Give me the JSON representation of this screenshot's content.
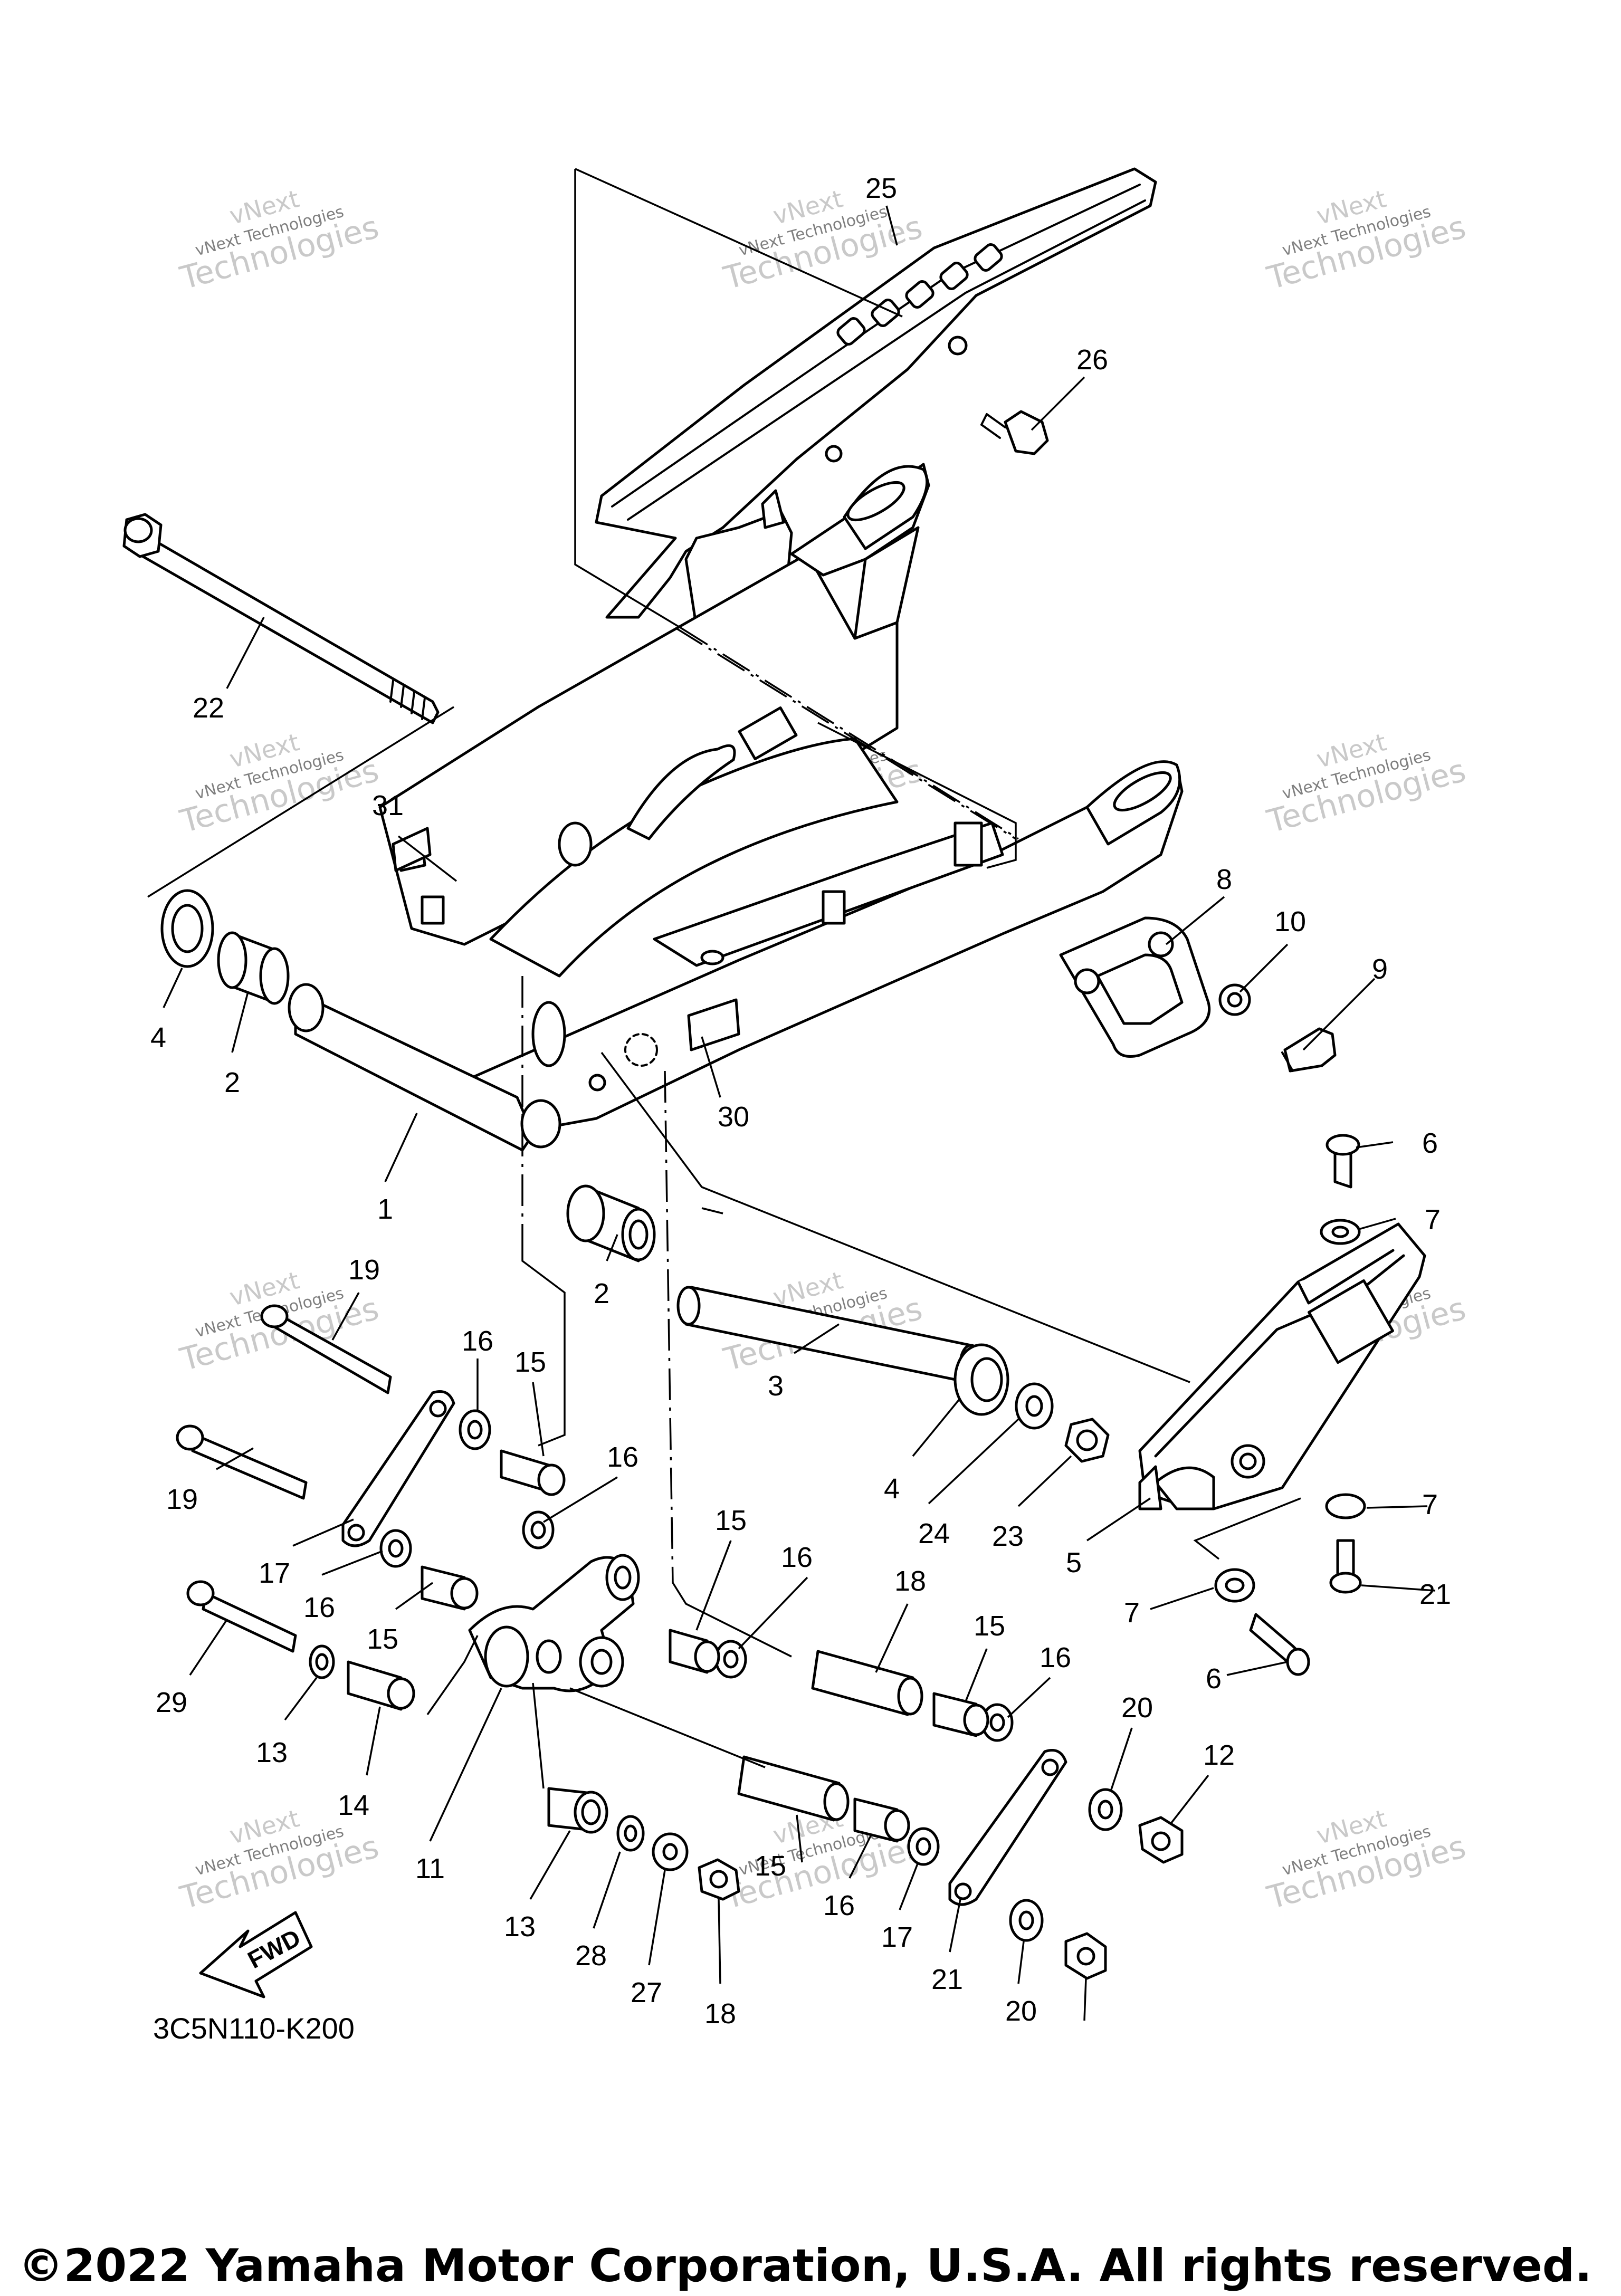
{
  "diagram": {
    "drawing_code": "3C5N110-K200",
    "copyright": "©2022 Yamaha Motor Corporation, U.S.A. All rights reserved.",
    "fwd_label": "FWD",
    "watermark_top": "vNext Technologies",
    "watermark_big": "Technologies",
    "watermark_small": "vNext",
    "callouts": [
      "25",
      "26",
      "22",
      "31",
      "8",
      "10",
      "9",
      "4",
      "2",
      "30",
      "1",
      "6",
      "7",
      "19",
      "16",
      "15",
      "2",
      "3",
      "19",
      "17",
      "16",
      "15",
      "16",
      "15",
      "16",
      "18",
      "4",
      "24",
      "23",
      "7",
      "5",
      "29",
      "13",
      "14",
      "11",
      "15",
      "16",
      "7",
      "6",
      "21",
      "20",
      "12",
      "13",
      "28",
      "27",
      "18",
      "15",
      "16",
      "17",
      "21",
      "20"
    ]
  }
}
